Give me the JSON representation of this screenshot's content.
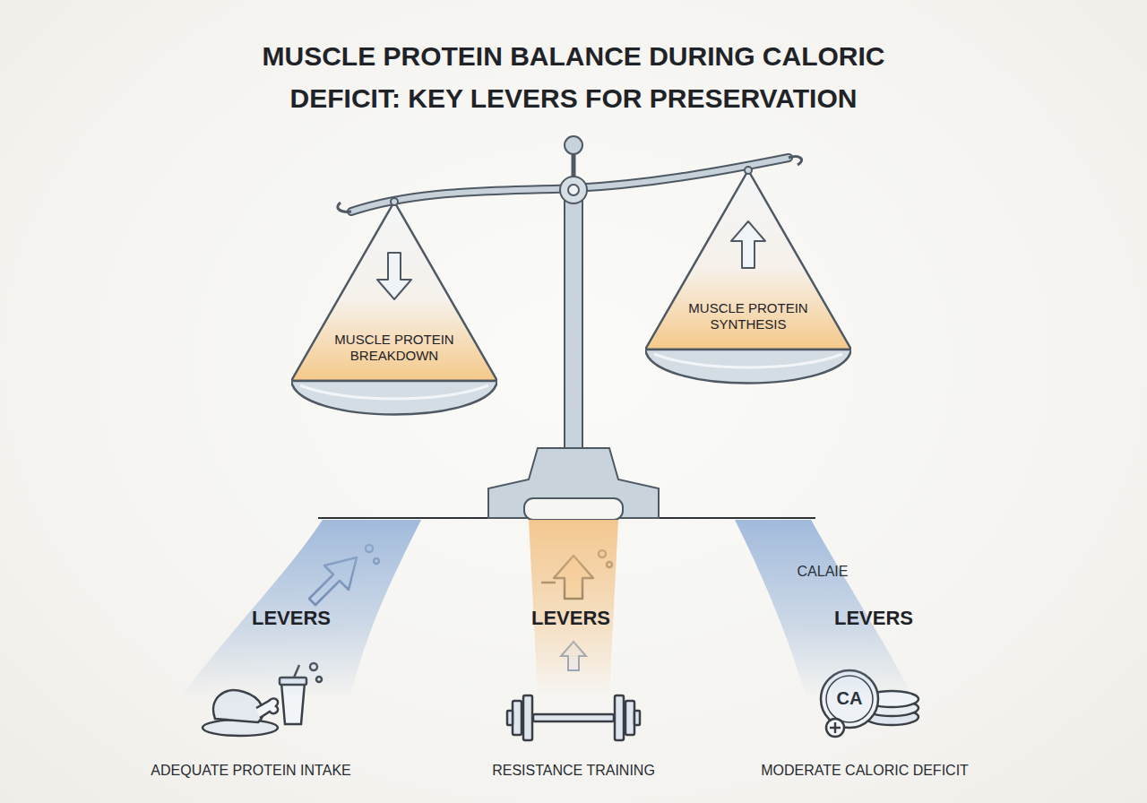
{
  "diagram": {
    "title": "MUSCLE PROTEIN BALANCE DURING CALORIC DEFICIT: KEY LEVERS FOR PRESERVATION",
    "nodes": [
      {
        "text": [
          "MUSCLE PROTEIN BREAKDOWN"
        ]
      },
      {
        "text": [
          "MUSCLE PROTEIN SYNTHESIS"
        ]
      },
      {
        "text": [
          "LEVERS",
          "ADEQUATE PROTEIN INTAKE"
        ]
      },
      {
        "text": [
          "LEVERS",
          "RESISTANCE TRAINING"
        ]
      },
      {
        "text": [
          "CALAIE",
          "LEVERS",
          "MODERATE CALORIC DEFICIT"
        ]
      }
    ],
    "labels": [
      "CA"
    ]
  }
}
